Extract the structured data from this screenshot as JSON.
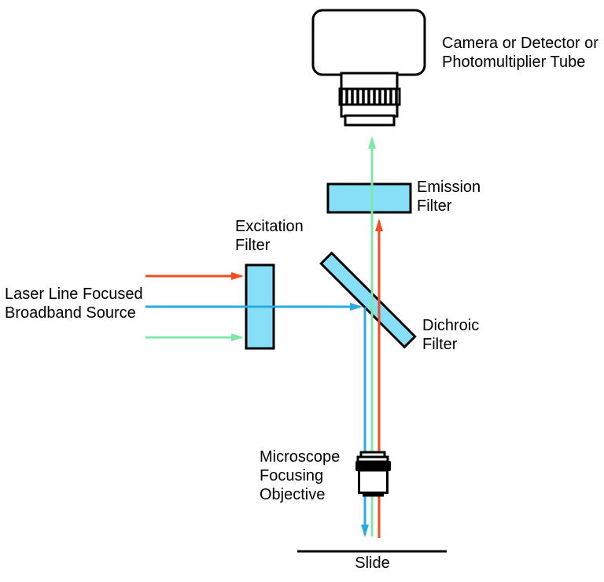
{
  "diagram_type": "fluorescence-microscope-light-path",
  "labels": {
    "camera": "Camera or Detector or\nPhotomultiplier Tube",
    "emission": "Emission\nFilter",
    "excitation": "Excitation\nFilter",
    "source": "Laser Line Focused\nBroadband Source",
    "dichroic": "Dichroic\nFilter",
    "objective": "Microscope\nFocusing\nObjective",
    "slide": "Slide"
  },
  "colors": {
    "beam_red": "#F04E22",
    "beam_green": "#7FE8A8",
    "beam_blue": "#29ABE2",
    "filter_fill": "#87DEF7",
    "outline": "#000000",
    "background": "#FFFFFF"
  },
  "beams": {
    "red_excitation_in": {
      "from": "source",
      "to": "excitation-filter",
      "blocked": true
    },
    "green_excitation_in": {
      "from": "source",
      "to": "excitation-filter",
      "blocked": true
    },
    "blue_excitation": {
      "from": "source",
      "through": [
        "excitation-filter",
        "dichroic-filter",
        "objective"
      ],
      "to": "slide"
    },
    "red_emission_up": {
      "from": "slide",
      "to": "emission-filter",
      "blocked": true
    },
    "green_emission_up": {
      "from": "slide",
      "through": [
        "dichroic-filter",
        "emission-filter"
      ],
      "to": "camera"
    }
  }
}
